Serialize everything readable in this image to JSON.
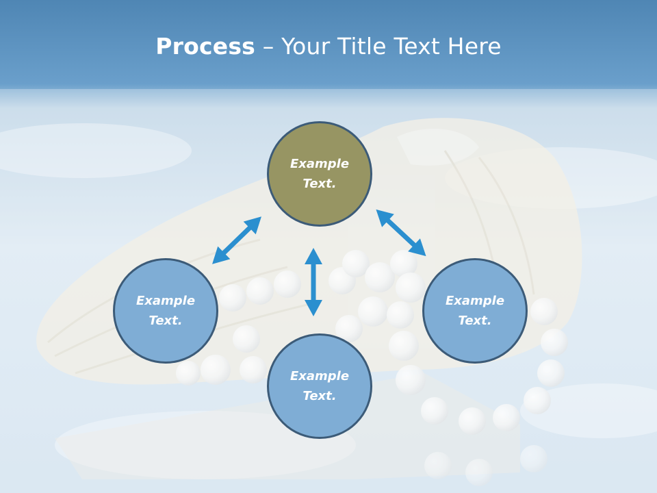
{
  "slide": {
    "title_bold": "Process",
    "title_rest": " – Your Title Text Here"
  },
  "nodes": {
    "top": {
      "label": "Example Text.",
      "color": "#979563"
    },
    "left": {
      "label": "Example Text.",
      "color": "#7fadd5"
    },
    "right": {
      "label": "Example Text.",
      "color": "#7fadd5"
    },
    "bottom": {
      "label": "Example Text.",
      "color": "#7fadd5"
    }
  },
  "colors": {
    "header_band": "#5790c0",
    "sky_background": "#cfe0ee",
    "arrow": "#2b8fcf",
    "node_border": "#3c5b78"
  },
  "arrows": [
    "double-arrow-left-top",
    "double-arrow-top-right",
    "double-arrow-center-bottom"
  ]
}
